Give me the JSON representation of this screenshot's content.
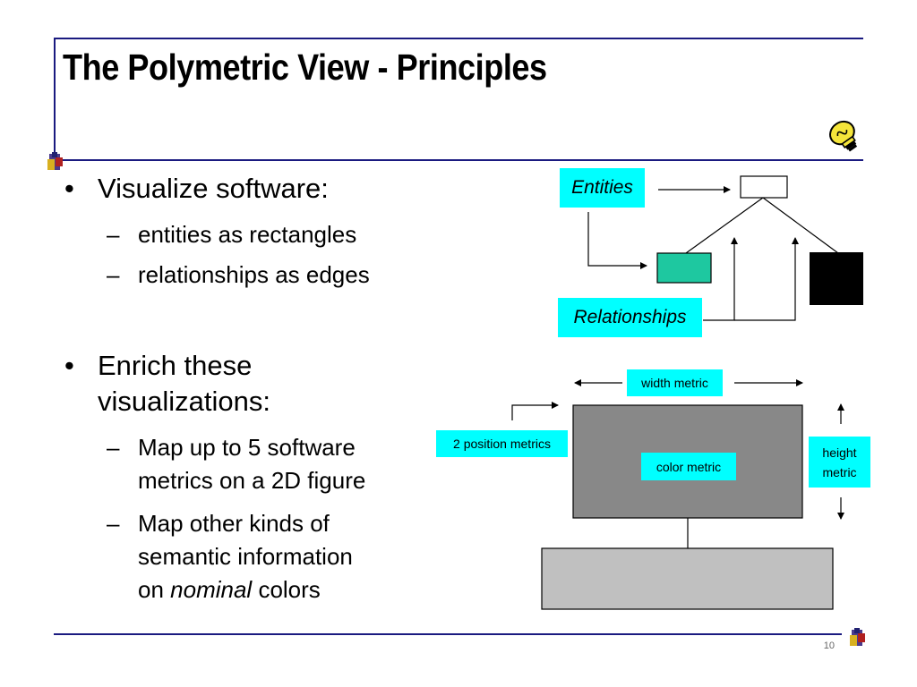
{
  "slide": {
    "title": "The Polymetric View - Principles",
    "page_number": "10",
    "bullet_1": "Visualize software:",
    "bullet_1_sub_1": "entities as rectangles",
    "bullet_1_sub_2": "relationships as edges",
    "bullet_2_line_1": "Enrich these",
    "bullet_2_line_2": "visualizations:",
    "bullet_2_sub_1_line_1": "Map up to 5 software",
    "bullet_2_sub_1_line_2": "metrics on a 2D figure",
    "bullet_2_sub_2_line_1": "Map other kinds of",
    "bullet_2_sub_2_line_2": "semantic information",
    "bullet_2_sub_2_line_3_pre": "on ",
    "bullet_2_sub_2_line_3_em": "nominal",
    "bullet_2_sub_2_line_3_post": " colors",
    "bullet_symbol": "•",
    "dash_symbol": "–"
  },
  "diagram_top": {
    "entities_label": "Entities",
    "relationships_label": "Relationships"
  },
  "diagram_bottom": {
    "width_label": "width metric",
    "position_label": "2 position metrics",
    "color_label": "color metric",
    "height_label_line_1": "height",
    "height_label_line_2": "metric"
  },
  "colors": {
    "rule": "#1a1a80",
    "label_bg": "#00ffff",
    "teal_node": "#1ec8a0",
    "black_node": "#000000",
    "main_rect": "#888888",
    "bottom_rect": "#c0c0c0"
  },
  "icons": [
    "lightbulb-icon",
    "logo-icon"
  ]
}
